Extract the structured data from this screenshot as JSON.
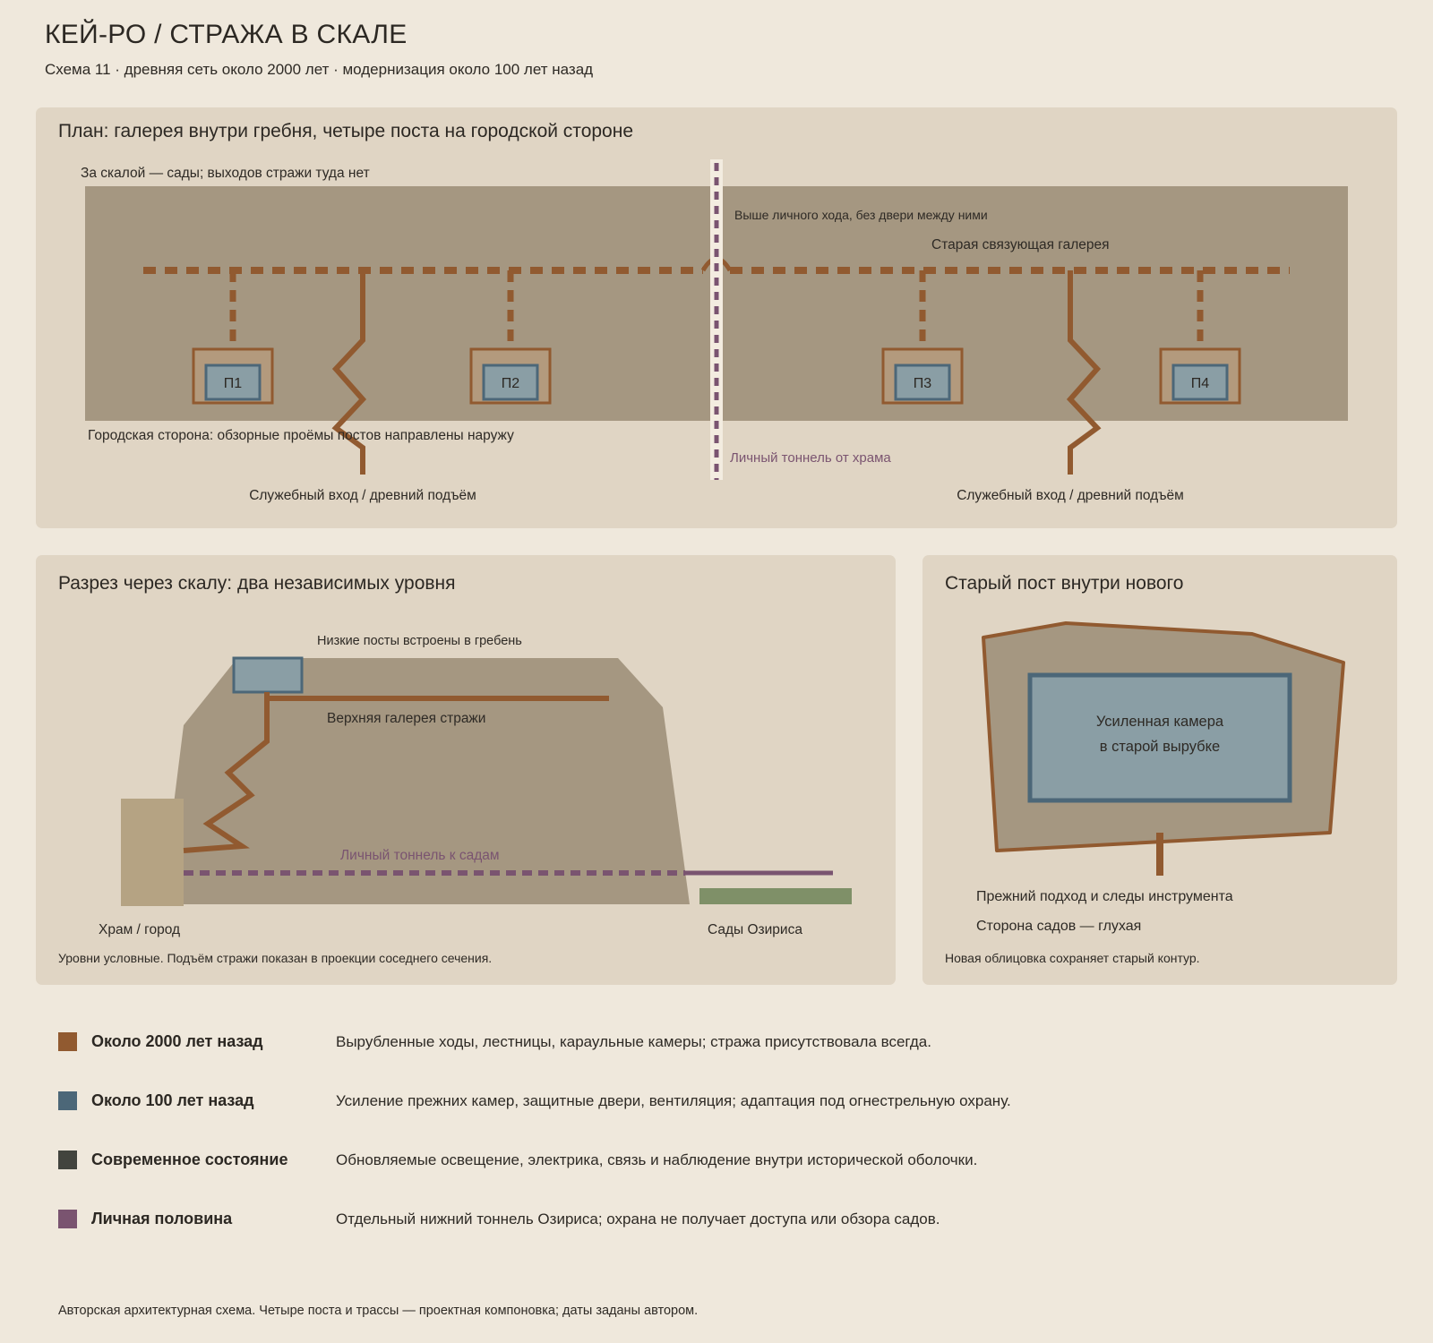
{
  "header": {
    "title": "КЕЙ-РО / СТРАЖА В СКАЛЕ",
    "subtitle": "Схема 11 · древняя сеть около 2000 лет · модернизация около 100 лет назад"
  },
  "colors": {
    "ancient": "#915a30",
    "modern100": "#4c6778",
    "current": "#42443e",
    "private": "#7a5470",
    "rock": "#a59781",
    "panel": "#e0d5c4",
    "background": "#efe8dc",
    "chamber": "#8a9ea5",
    "garden": "#7f9068",
    "temple": "#b5a383"
  },
  "plan": {
    "title": "План: галерея внутри гребня, четыре поста на городской стороне",
    "behind_rock": "За скалой — сады; выходов стражи туда нет",
    "above_note": "Выше личного хода, без двери между ними",
    "old_gallery": "Старая связующая галерея",
    "city_side": "Городская сторона: обзорные проёмы постов направлены наружу",
    "tunnel_label": "Личный тоннель от храма",
    "posts": [
      "П1",
      "П2",
      "П3",
      "П4"
    ],
    "service_entry_left": "Служебный вход / древний подъём",
    "service_entry_right": "Служебный вход / древний подъём"
  },
  "section": {
    "title": "Разрез через скалу: два независимых уровня",
    "low_posts": "Низкие посты встроены в гребень",
    "upper_gallery": "Верхняя галерея стражи",
    "tunnel_label": "Личный тоннель к садам",
    "temple": "Храм / город",
    "gardens": "Сады Озириса",
    "note": "Уровни условные. Подъём стражи показан в проекции соседнего сечения."
  },
  "oldpost": {
    "title": "Старый пост внутри нового",
    "chamber_line1": "Усиленная камера",
    "chamber_line2": "в старой вырубке",
    "approach": "Прежний подход и следы инструмента",
    "garden_side": "Сторона садов — глухая",
    "note": "Новая облицовка сохраняет старый контур."
  },
  "legend": [
    {
      "name": "Около 2000 лет назад",
      "desc": "Вырубленные ходы, лестницы, караульные камеры; стража присутствовала всегда.",
      "color": "#915a30"
    },
    {
      "name": "Около 100 лет назад",
      "desc": "Усиление прежних камер, защитные двери, вентиляция; адаптация под огнестрельную охрану.",
      "color": "#4c6778"
    },
    {
      "name": "Современное состояние",
      "desc": "Обновляемые освещение, электрика, связь и наблюдение внутри исторической оболочки.",
      "color": "#42443e"
    },
    {
      "name": "Личная половина",
      "desc": "Отдельный нижний тоннель Озириса; охрана не получает доступа или обзора садов.",
      "color": "#7a5470"
    }
  ],
  "footer": "Авторская архитектурная схема. Четыре поста и трассы — проектная компоновка; даты заданы автором."
}
